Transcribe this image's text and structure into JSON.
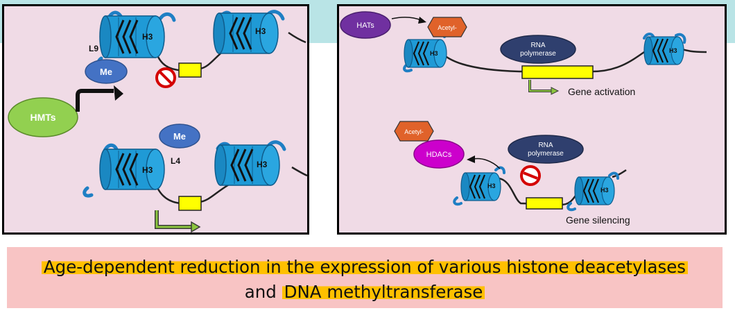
{
  "left_panel": {
    "hmts_label": "HMTs",
    "me_top_label": "Me",
    "me_bottom_label": "Me",
    "l9_label": "L9",
    "l4_label": "L4",
    "histone_label": "H3"
  },
  "right_panel": {
    "hats_label": "HATs",
    "acetyl_top_label": "Acetyl-",
    "acetyl_bottom_label": "Acetyl-",
    "hdacs_label": "HDACs",
    "rna_pol_top": [
      "RNA",
      "polymerase"
    ],
    "rna_pol_bottom": [
      "RNA",
      "polymerase"
    ],
    "gene_activation": "Gene activation",
    "gene_silencing": "Gene silencing",
    "histone_label": "H3"
  },
  "banner": {
    "line1": "Age-dependent reduction in the expression of various histone deacetylases",
    "line2_prefix": "and ",
    "line2_highlight": "DNA methyltransferase"
  },
  "colors": {
    "histone_blue": "#1f9ad6",
    "hmts_green": "#92d050",
    "me_blue": "#4472c4",
    "hats_purple": "#7030a0",
    "hdacs_magenta": "#cc00cc",
    "acetyl_orange": "#e0622a",
    "rna_pol_navy": "#2f3f6e",
    "gene_yellow": "#ffff00",
    "highlight": "#ffc000",
    "banner_pink": "#f8c4c4",
    "panel_pink": "#f0dbe6"
  }
}
